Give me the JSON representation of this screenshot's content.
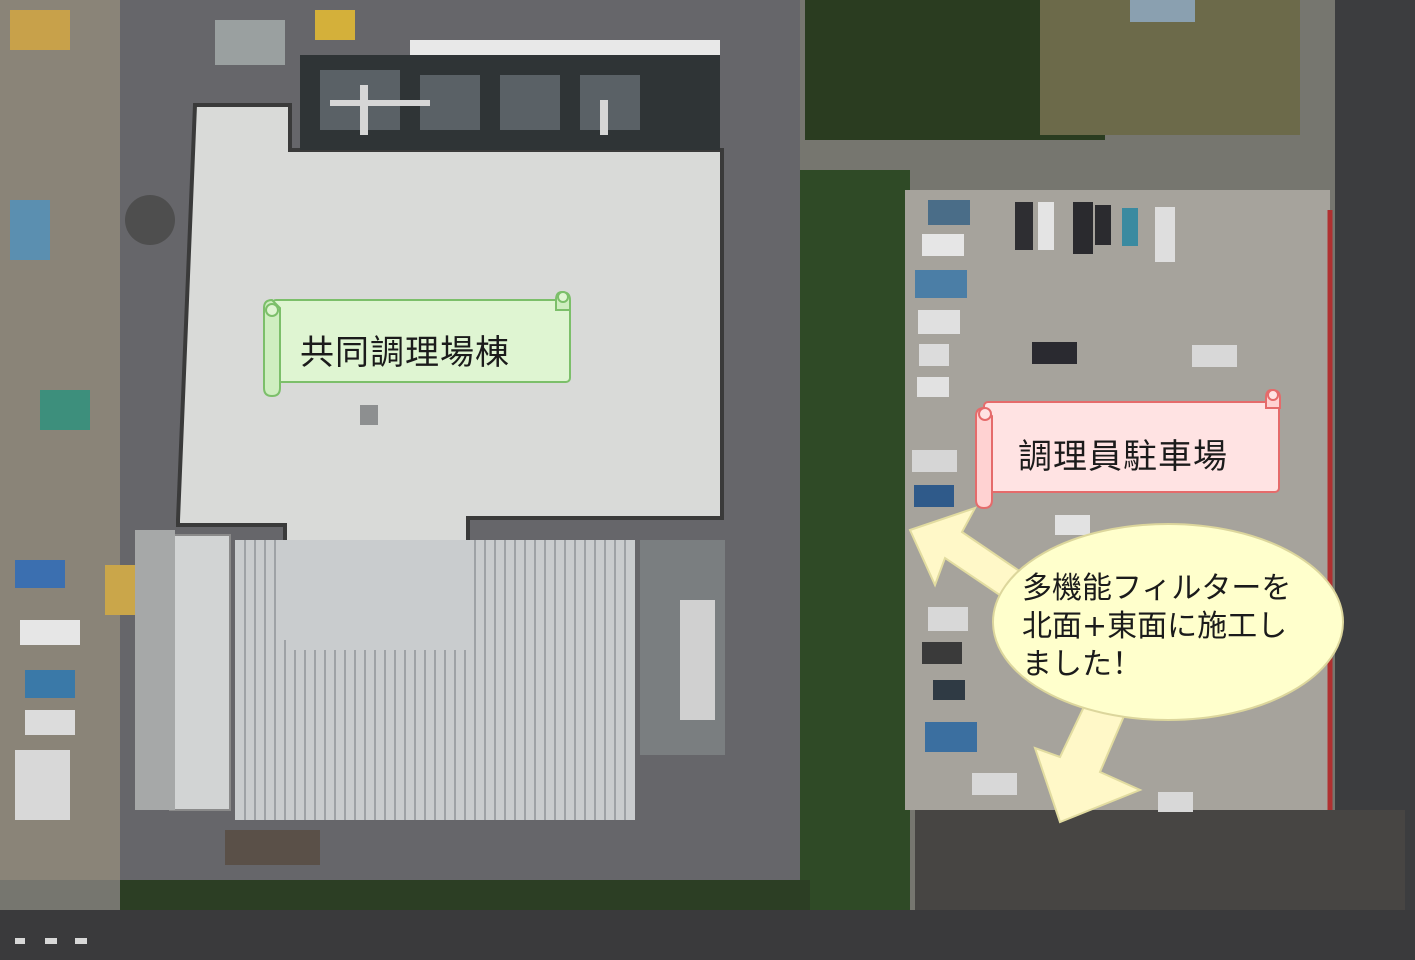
{
  "labels": {
    "building": "共同調理場棟",
    "parking": "調理員駐車場",
    "callout_lines": [
      "多機能フィルターを",
      "北面+東面に施工し",
      "ました！"
    ]
  },
  "colors": {
    "green_scroll_fill": "#dff5d2",
    "green_scroll_stroke": "#7cbf6a",
    "pink_scroll_fill": "#ffe3e3",
    "pink_scroll_stroke": "#e56b6b",
    "callout_fill": "#ffffcc",
    "arrow_fill": "#fff8c8"
  }
}
